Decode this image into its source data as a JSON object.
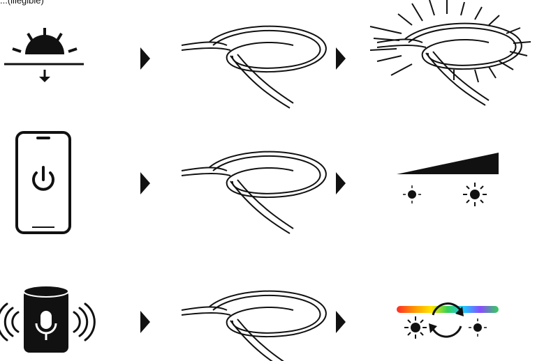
{
  "caption": "...(illegible)",
  "rows": [
    {
      "trigger": "sunset-sensor-icon",
      "device": "led-strip",
      "result": "glowing-led-strip"
    },
    {
      "trigger": "smartphone-power-icon",
      "device": "led-strip",
      "result": "brightness-dimming-ramp"
    },
    {
      "trigger": "smart-speaker-voice-icon",
      "device": "led-strip",
      "result": "rgb-color-change"
    }
  ],
  "colors": {
    "ink": "#111111",
    "rainbow": [
      "#ff2a2a",
      "#ff9a00",
      "#ffe600",
      "#34d058",
      "#1ec8ff",
      "#8a4bff",
      "#ff3fb3"
    ]
  }
}
